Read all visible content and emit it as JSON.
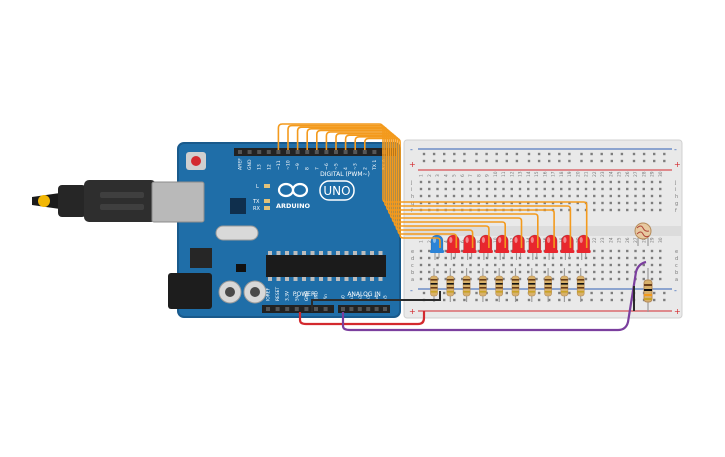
{
  "arduino": {
    "brand": "ARDUINO",
    "model": "UNO",
    "digital_label": "DIGITAL (PWM~)",
    "power_label": "POWER",
    "analog_label": "ANALOG IN",
    "led_labels": [
      "L",
      "TX",
      "RX"
    ],
    "top_pins": [
      "AREF",
      "GND",
      "13",
      "12",
      "~11",
      "~10",
      "~9",
      "8",
      "7",
      "~6",
      "~5",
      "4",
      "~3",
      "2",
      "TX 1",
      "RX 0"
    ],
    "power_pins": [
      "IOREF",
      "RESET",
      "3.3V",
      "5V",
      "GND",
      "GND",
      "Vin"
    ],
    "analog_pins": [
      "A0",
      "A1",
      "A2",
      "A3",
      "A4",
      "A5"
    ]
  },
  "breadboard": {
    "row_letters_top": [
      "j",
      "i",
      "h",
      "g",
      "f"
    ],
    "row_letters_bottom": [
      "e",
      "d",
      "c",
      "b",
      "a"
    ],
    "rail_plus": "+",
    "rail_minus": "-",
    "column_numbers": [
      "1",
      "2",
      "3",
      "4",
      "5",
      "6",
      "7",
      "8",
      "9",
      "10",
      "11",
      "12",
      "13",
      "14",
      "15",
      "16",
      "17",
      "18",
      "19",
      "20",
      "21",
      "22",
      "23",
      "24",
      "25",
      "26",
      "27",
      "28",
      "29",
      "30"
    ]
  },
  "components": {
    "led_colors": [
      "#2c83d6",
      "#e8262e",
      "#e8262e",
      "#e8262e",
      "#e8262e",
      "#e8262e",
      "#e8262e",
      "#e8262e",
      "#e8262e",
      "#e8262e"
    ],
    "colors": {
      "board": "#1f6ea8",
      "board_edge": "#195a8c",
      "wire_signal": "#f39a1d",
      "wire_power": "#d3292e",
      "wire_sense": "#7b3f9e",
      "wire_ground": "#2b2b2b",
      "breadboard": "#e9e9e9",
      "rail_red": "#d3292e",
      "rail_blue": "#2f5fb5"
    }
  }
}
